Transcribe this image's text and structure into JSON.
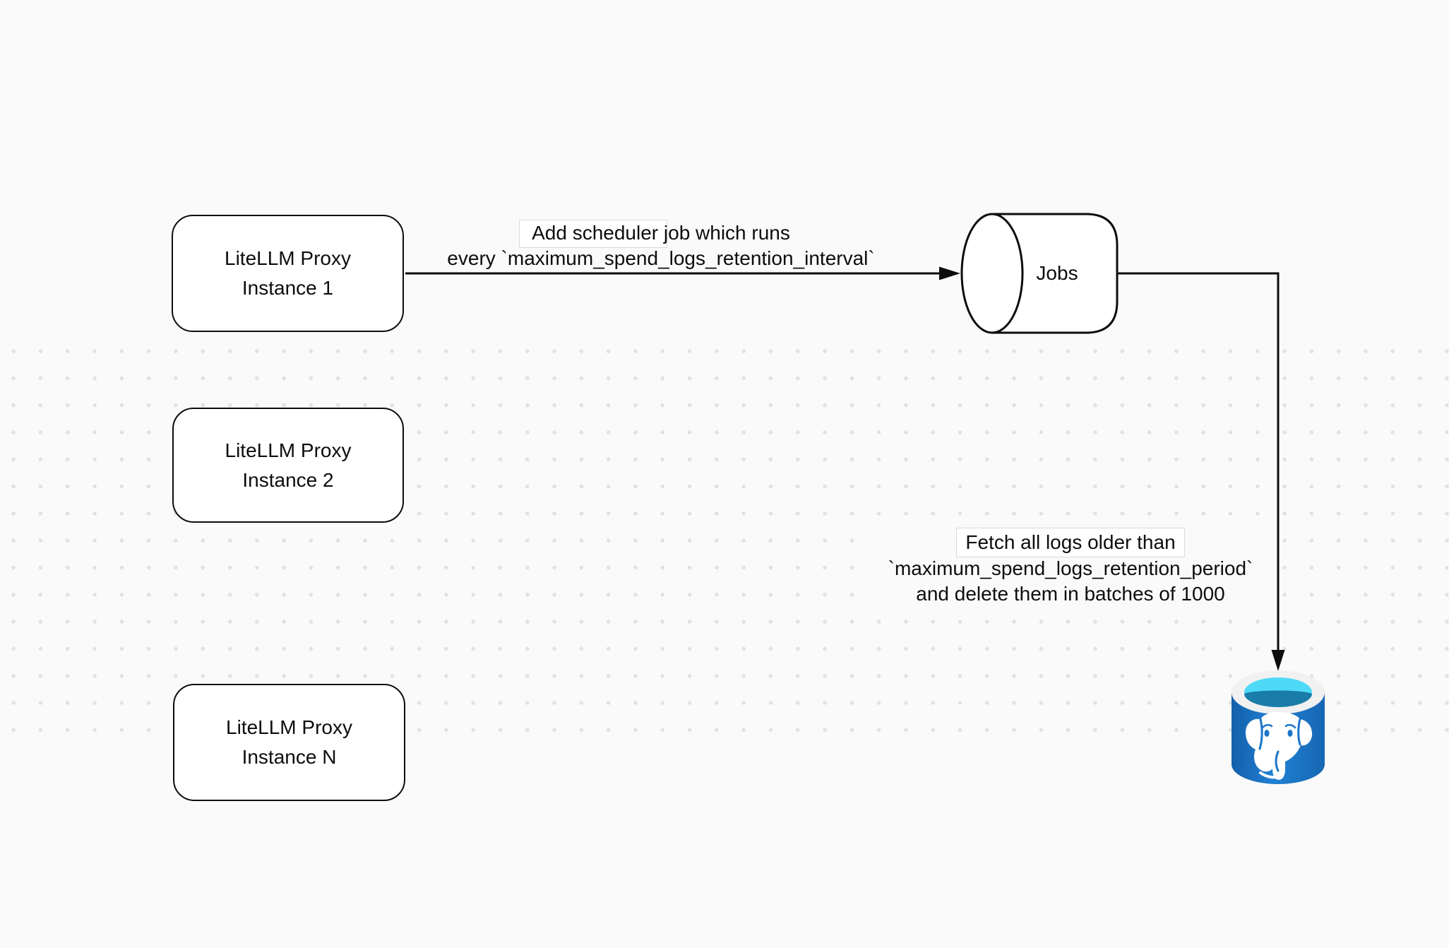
{
  "canvas": {
    "background_color": "#fafafa",
    "dot_grid_color": "#e1e1e1",
    "stroke_color": "#0d0d0d"
  },
  "nodes": {
    "instances": [
      {
        "line1": "LiteLLM Proxy",
        "line2": "Instance 1"
      },
      {
        "line1": "LiteLLM Proxy",
        "line2": "Instance 2"
      },
      {
        "line1": "LiteLLM Proxy",
        "line2": "Instance N"
      }
    ],
    "jobs": {
      "label": "Jobs"
    },
    "database": {
      "icon": "postgresql-database-icon",
      "body_color": "#1b74c8",
      "rim_color": "#f1f1f1",
      "opening_top_color": "#4ed9f7",
      "opening_deep_color": "#1a7ca8"
    }
  },
  "edges": [
    {
      "id": "proxy-to-jobs",
      "label_lines": [
        "Add scheduler job which runs",
        "every `maximum_spend_logs_retention_interval`"
      ]
    },
    {
      "id": "jobs-to-database",
      "label_lines": [
        "Fetch all logs older than",
        "`maximum_spend_logs_retention_period`",
        "and delete them in batches of 1000"
      ]
    }
  ]
}
